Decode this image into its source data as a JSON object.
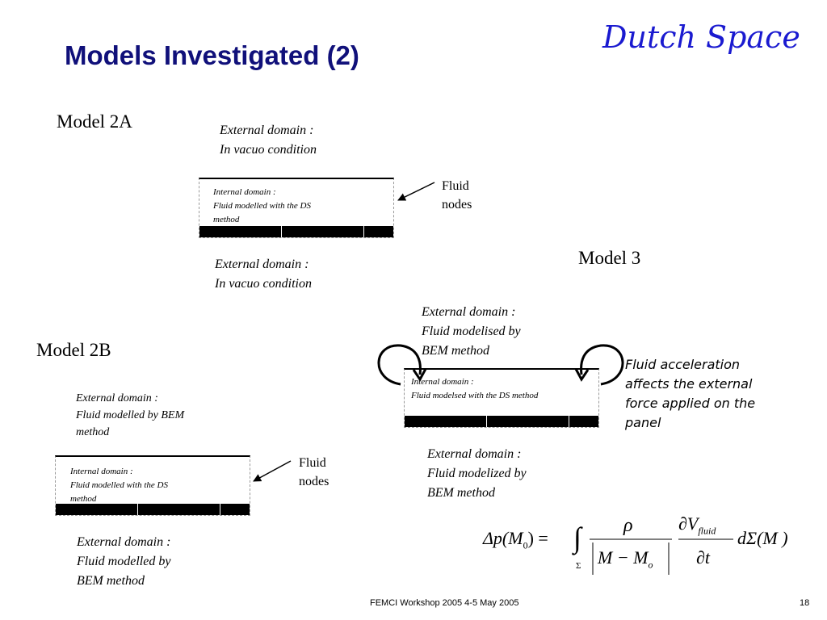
{
  "slide": {
    "title": "Models Investigated (2)",
    "brand": "Dutch Space",
    "footer": "FEMCI Workshop 2005 4-5  May 2005",
    "page_number": "18",
    "title_color": "#10107a",
    "brand_color": "#1a1ad0"
  },
  "model_2a": {
    "label": "Model 2A",
    "ext_top": [
      "External domain :",
      "In vacuo condition"
    ],
    "internal": [
      "Internal domain :",
      "Fluid modelled with the DS",
      "method"
    ],
    "fluid_nodes": [
      "Fluid",
      "nodes"
    ],
    "ext_bottom": [
      "External domain :",
      "In vacuo condition"
    ]
  },
  "model_2b": {
    "label": "Model 2B",
    "ext_top": [
      "External domain :",
      "Fluid modelled by BEM",
      "method"
    ],
    "internal": [
      "Internal domain :",
      "Fluid modelled with the DS",
      "method"
    ],
    "fluid_nodes": [
      "Fluid",
      "nodes"
    ],
    "ext_bottom": [
      "External domain :",
      "Fluid modelled by",
      "BEM method"
    ]
  },
  "model_3": {
    "label": "Model 3",
    "ext_top": [
      "External domain :",
      "Fluid modelised by",
      "BEM method"
    ],
    "internal": [
      "Internal domain :",
      "Fluid modelsed with the DS method"
    ],
    "note": [
      "Fluid acceleration",
      "affects the external",
      "force applied on the",
      "panel"
    ],
    "ext_bottom": [
      "External domain :",
      "Fluid modelized by",
      "BEM method"
    ]
  },
  "formula": {
    "lhs": "Δp(M",
    "lhs_sub": "0",
    "lhs_close": ") =",
    "integral": "∫",
    "integral_sub": "Σ",
    "numerator": "ρ",
    "denominator_a": "M − M",
    "denominator_sub": "o",
    "dv": "∂V",
    "dv_sub": "fluid",
    "dt": "∂t",
    "tail": "dΣ(M )"
  }
}
